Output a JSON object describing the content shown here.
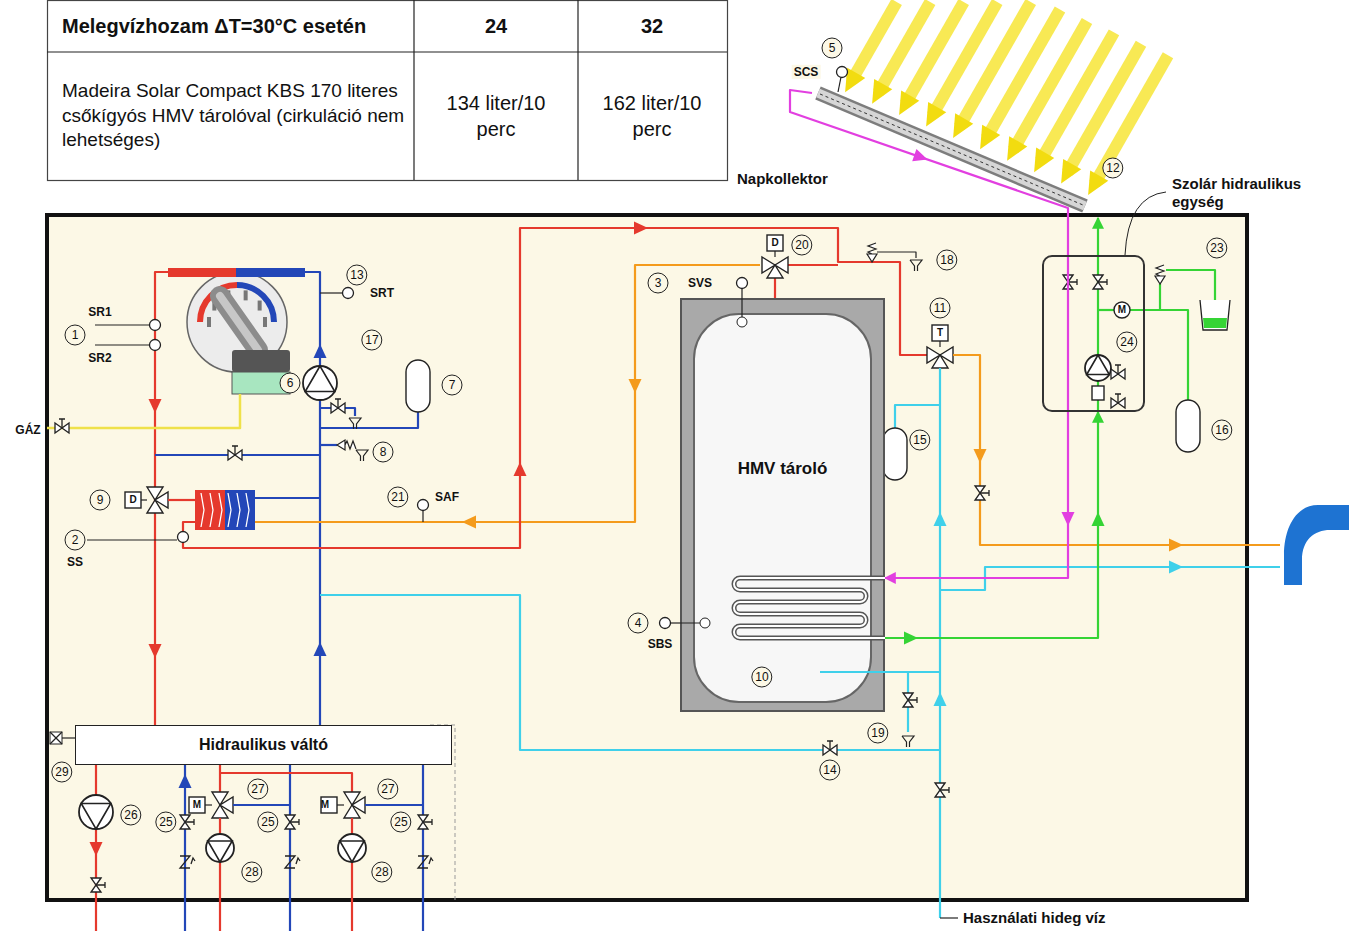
{
  "diagram": {
    "nodes": [
      {
        "text": [
          "Napkollektor"
        ]
      },
      {
        "text": [
          "Szolár hidraulikus egység"
        ]
      },
      {
        "text": [
          "HMV tároló"
        ]
      },
      {
        "text": [
          "Hidraulikus váltó"
        ]
      }
    ],
    "edges": [
      {
        "from": 0,
        "to": 2,
        "arrow": "to"
      },
      {
        "from": 2,
        "to": 1,
        "arrow": "to"
      },
      {
        "from": 1,
        "to": 0,
        "arrow": "to"
      }
    ],
    "labels": [
      "Melegvízhozam ΔT=30°C esetén",
      "24",
      "32",
      "Madeira Solar Compact KBS 170 literes csőkígyós HMV tárolóval (cirkuláció nem lehetséges)",
      "134 liter/10 perc",
      "162 liter/10 perc",
      "5",
      "SCS",
      "12",
      "1",
      "SR1",
      "SR2",
      "13",
      "SRT",
      "17",
      "6",
      "7",
      "8",
      "GÁZ",
      "D",
      "9",
      "2",
      "SS",
      "21",
      "SAF",
      "3",
      "SVS",
      "D",
      "20",
      "18",
      "11",
      "T",
      "15",
      "4",
      "SBS",
      "10",
      "19",
      "14",
      "M",
      "24",
      "23",
      "16",
      "29",
      "26",
      "27",
      "27",
      "M",
      "M",
      "25",
      "25",
      "25",
      "28",
      "28",
      "Használati hideg víz"
    ]
  }
}
